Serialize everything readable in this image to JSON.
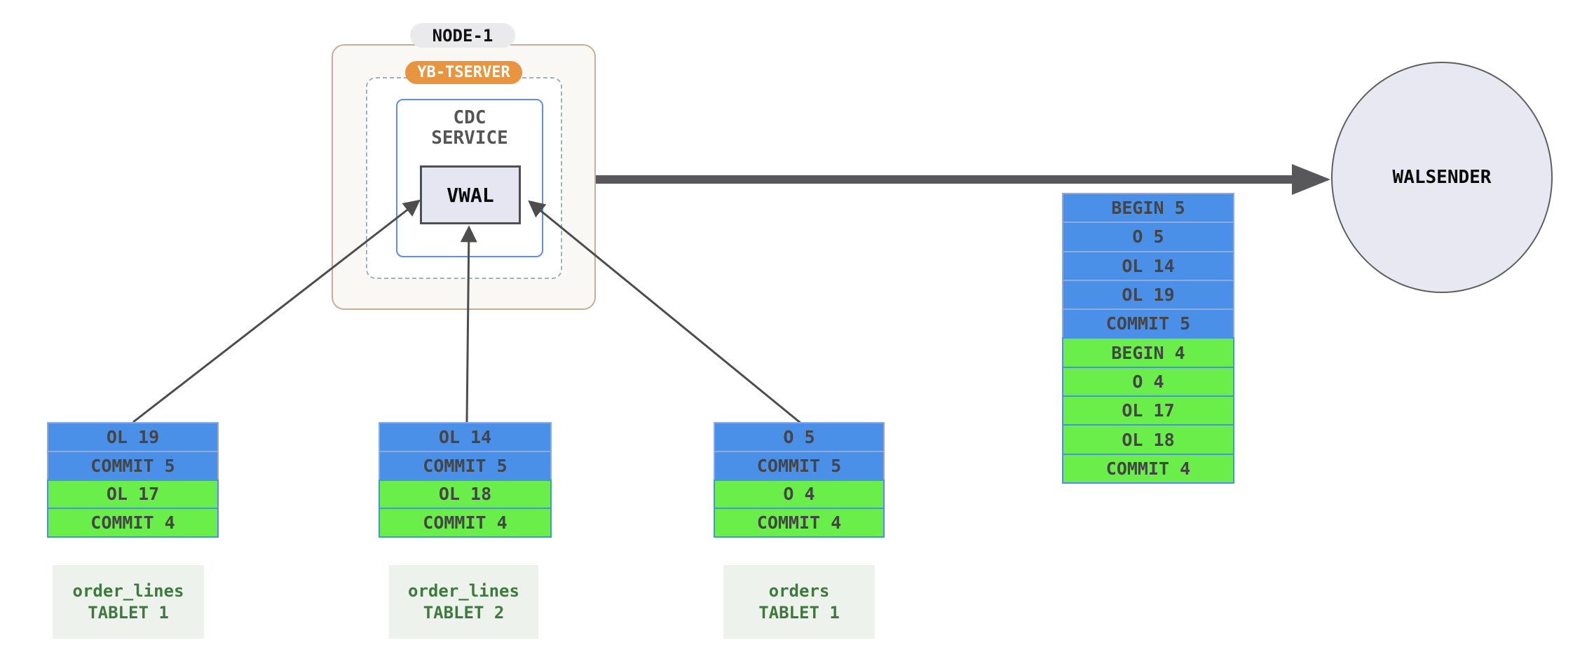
{
  "colors": {
    "blue_row": "#4a90e8",
    "green_row": "#69ee4a",
    "row_border_light": "#92a8d8",
    "row_text": "#454545",
    "node_fill": "#faf8f5",
    "node_border": "#c5ae98",
    "node_pill_bg": "#eaeaec",
    "node_pill_text": "#111111",
    "tserver_bg": "#e9953f",
    "tserver_text": "#ffffff",
    "dashed_border": "#9fb0c2",
    "cdc_border": "#5b8ef0",
    "cdc_text": "#555555",
    "vwal_fill": "#e6e6f2",
    "vwal_border": "#4f4f4f",
    "vwal_text": "#0a0a0a",
    "walsender_fill": "#e8e8f3",
    "walsender_border": "#5f5f5f",
    "walsender_text": "#0a0a0a",
    "thick_arrow": "#58585a",
    "thin_arrow": "#4d4d4d",
    "tablet_label_bg": "#edf3ec",
    "tablet_label_text": "#3e7a3e",
    "canvas_bg": "#ffffff"
  },
  "node": {
    "title": "NODE-1",
    "tserver": "YB-TSERVER",
    "cdc_service_line1": "CDC",
    "cdc_service_line2": "SERVICE",
    "vwal": "VWAL"
  },
  "walsender": {
    "label": "WALSENDER"
  },
  "merged_stream": {
    "rows": [
      {
        "label": "BEGIN 5",
        "group": "txn5-blue"
      },
      {
        "label": "O 5",
        "group": "txn5-blue"
      },
      {
        "label": "OL 14",
        "group": "txn5-blue"
      },
      {
        "label": "OL 19",
        "group": "txn5-blue"
      },
      {
        "label": "COMMIT 5",
        "group": "txn5-blue"
      },
      {
        "label": "BEGIN 4",
        "group": "txn4-green"
      },
      {
        "label": "O 4",
        "group": "txn4-green"
      },
      {
        "label": "OL 17",
        "group": "txn4-green"
      },
      {
        "label": "OL 18",
        "group": "txn4-green"
      },
      {
        "label": "COMMIT 4",
        "group": "txn4-green"
      }
    ]
  },
  "tablets": [
    {
      "label_line1": "order_lines",
      "label_line2": "TABLET 1",
      "rows": [
        {
          "label": "OL 19",
          "group": "txn5-blue"
        },
        {
          "label": "COMMIT 5",
          "group": "txn5-blue"
        },
        {
          "label": "OL 17",
          "group": "txn4-green"
        },
        {
          "label": "COMMIT 4",
          "group": "txn4-green"
        }
      ]
    },
    {
      "label_line1": "order_lines",
      "label_line2": "TABLET 2",
      "rows": [
        {
          "label": "OL 14",
          "group": "txn5-blue"
        },
        {
          "label": "COMMIT 5",
          "group": "txn5-blue"
        },
        {
          "label": "OL 18",
          "group": "txn4-green"
        },
        {
          "label": "COMMIT 4",
          "group": "txn4-green"
        }
      ]
    },
    {
      "label_line1": "orders",
      "label_line2": "TABLET 1",
      "rows": [
        {
          "label": "O 5",
          "group": "txn5-blue"
        },
        {
          "label": "COMMIT 5",
          "group": "txn5-blue"
        },
        {
          "label": "O 4",
          "group": "txn4-green"
        },
        {
          "label": "COMMIT 4",
          "group": "txn4-green"
        }
      ]
    }
  ]
}
